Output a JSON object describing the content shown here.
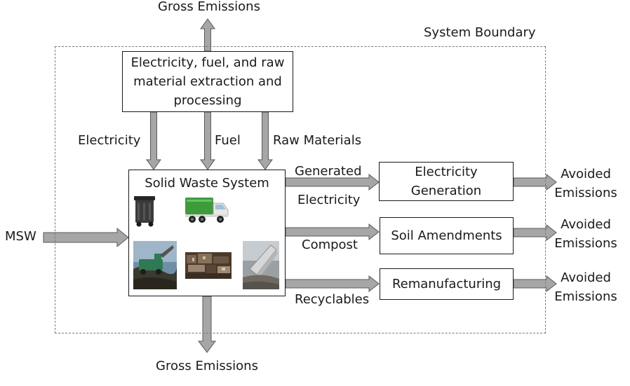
{
  "top_output_label": "Gross Emissions",
  "bottom_output_label": "Gross Emissions",
  "boundary_label": "System Boundary",
  "upstream_box_lines": [
    "Electricity, fuel, and raw",
    "material extraction and",
    "processing"
  ],
  "upstream_flows": {
    "electricity": "Electricity",
    "fuel": "Fuel",
    "raw_materials": "Raw Materials"
  },
  "input_label": "MSW",
  "solid_waste_system_title": "Solid Waste System",
  "outputs": [
    {
      "flow_label_lines": [
        "Generated",
        "Electricity"
      ],
      "box_lines": [
        "Electricity",
        "Generation"
      ],
      "result_lines": [
        "Avoided",
        "Emissions"
      ]
    },
    {
      "flow_label_lines": [
        "Compost"
      ],
      "box_lines": [
        "Soil Amendments"
      ],
      "result_lines": [
        "Avoided",
        "Emissions"
      ]
    },
    {
      "flow_label_lines": [
        "Recyclables"
      ],
      "box_lines": [
        "Remanufacturing"
      ],
      "result_lines": [
        "Avoided",
        "Emissions"
      ]
    }
  ],
  "colors": {
    "flow_arrow_fill": "#a6a6a6",
    "flow_arrow_stroke": "#595959",
    "internal_arrow_fill": "#ff5a5a",
    "internal_arrow_stroke": "#c00000",
    "truck_green": "#3e9b3c",
    "boundary_dash": "#7a7a7a"
  },
  "icons": [
    "trash-bin-icon",
    "garbage-truck-icon",
    "composting-photo",
    "recycling-facility-photo",
    "landfill-photo"
  ]
}
